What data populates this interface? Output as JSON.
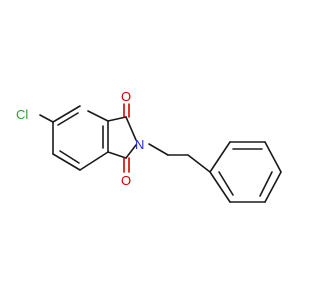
{
  "molecule": {
    "atoms": {
      "chlorine": {
        "label": "Cl",
        "color": "#2ca02c"
      },
      "nitrogen": {
        "label": "N",
        "color": "#1f2bd6"
      },
      "oxygen_top": {
        "label": "O",
        "color": "#d00000"
      },
      "oxygen_bottom": {
        "label": "O",
        "color": "#d00000"
      }
    },
    "bond_color": "#1a1a1a"
  }
}
